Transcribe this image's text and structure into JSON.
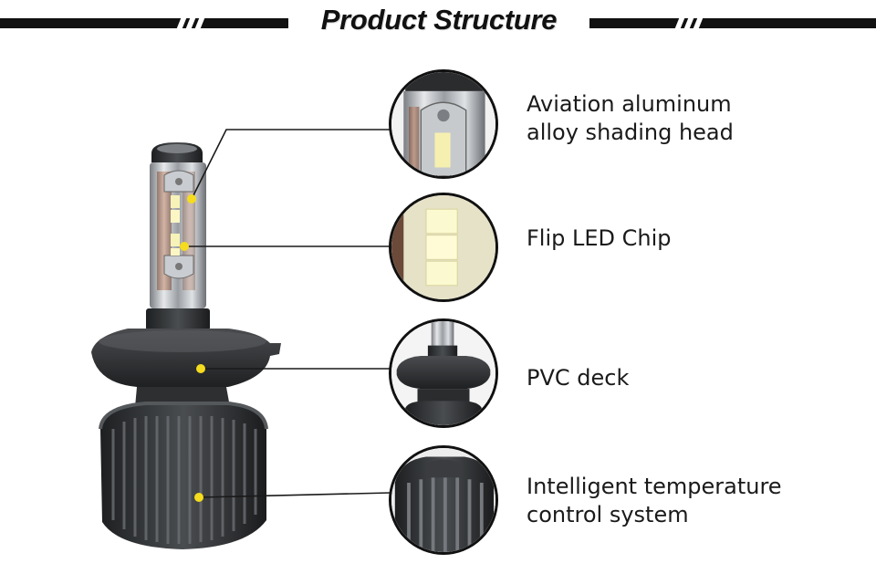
{
  "header": {
    "title": "Product Structure"
  },
  "parts": [
    {
      "label_line1": "Aviation aluminum",
      "label_line2": "alloy shading head"
    },
    {
      "label_line1": "Flip LED Chip",
      "label_line2": ""
    },
    {
      "label_line1": "PVC deck",
      "label_line2": ""
    },
    {
      "label_line1": "Intelligent temperature",
      "label_line2": "control system"
    }
  ],
  "colors": {
    "marker": "#f5dc1e",
    "line": "#1a1a1a",
    "bulb_body": "#2b2d2f"
  }
}
